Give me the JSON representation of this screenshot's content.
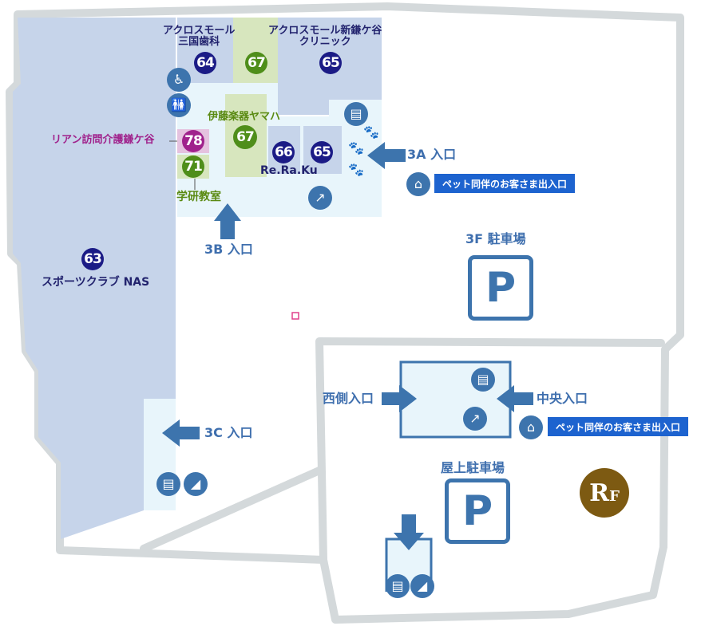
{
  "colors": {
    "outline": "#d4d9db",
    "tenant_blue": "#c6d4ea",
    "common_area": "#e8f5fb",
    "accent_blue": "#3d74ad",
    "pet_blue": "#1d63cf",
    "green_store": "#d7e6be",
    "purple_store": "#e5c2df",
    "rf_brown": "#7d5a12"
  },
  "stores": [
    {
      "number": "64",
      "name": "アクロスモール\n三国歯科",
      "color": "navy"
    },
    {
      "number": "67",
      "name": "伊藤楽器ヤマハ",
      "color": "green"
    },
    {
      "number": "65",
      "name": "アクロスモール新鎌ケ谷\nクリニック",
      "color": "navy"
    },
    {
      "number": "66",
      "name": "Re.Ra.Ku",
      "color": "navy"
    },
    {
      "number": "78",
      "name": "リアン訪問介護鎌ケ谷",
      "color": "purple"
    },
    {
      "number": "71",
      "name": "学研教室",
      "color": "green"
    },
    {
      "number": "63",
      "name": "スポーツクラブ NAS",
      "color": "navy"
    }
  ],
  "entrances": {
    "e3a": "3A 入口",
    "e3b": "3B 入口",
    "e3c": "3C 入口",
    "west": "西側入口",
    "central": "中央入口"
  },
  "pet_entrance_label": "ペット同伴のお客さま出入口",
  "parking": {
    "3f": "3F 駐車場",
    "rooftop": "屋上駐車場",
    "symbol": "P"
  },
  "floor_badge": {
    "main": "R",
    "sub": "F"
  },
  "icons": {
    "wheelchair": "wheelchair-icon",
    "restroom": "restroom-icon",
    "elevator": "elevator-icon",
    "escalator": "escalator-icon",
    "stairs": "stairs-icon",
    "paw": "paw-icon",
    "pet_house": "pet-house-icon"
  }
}
